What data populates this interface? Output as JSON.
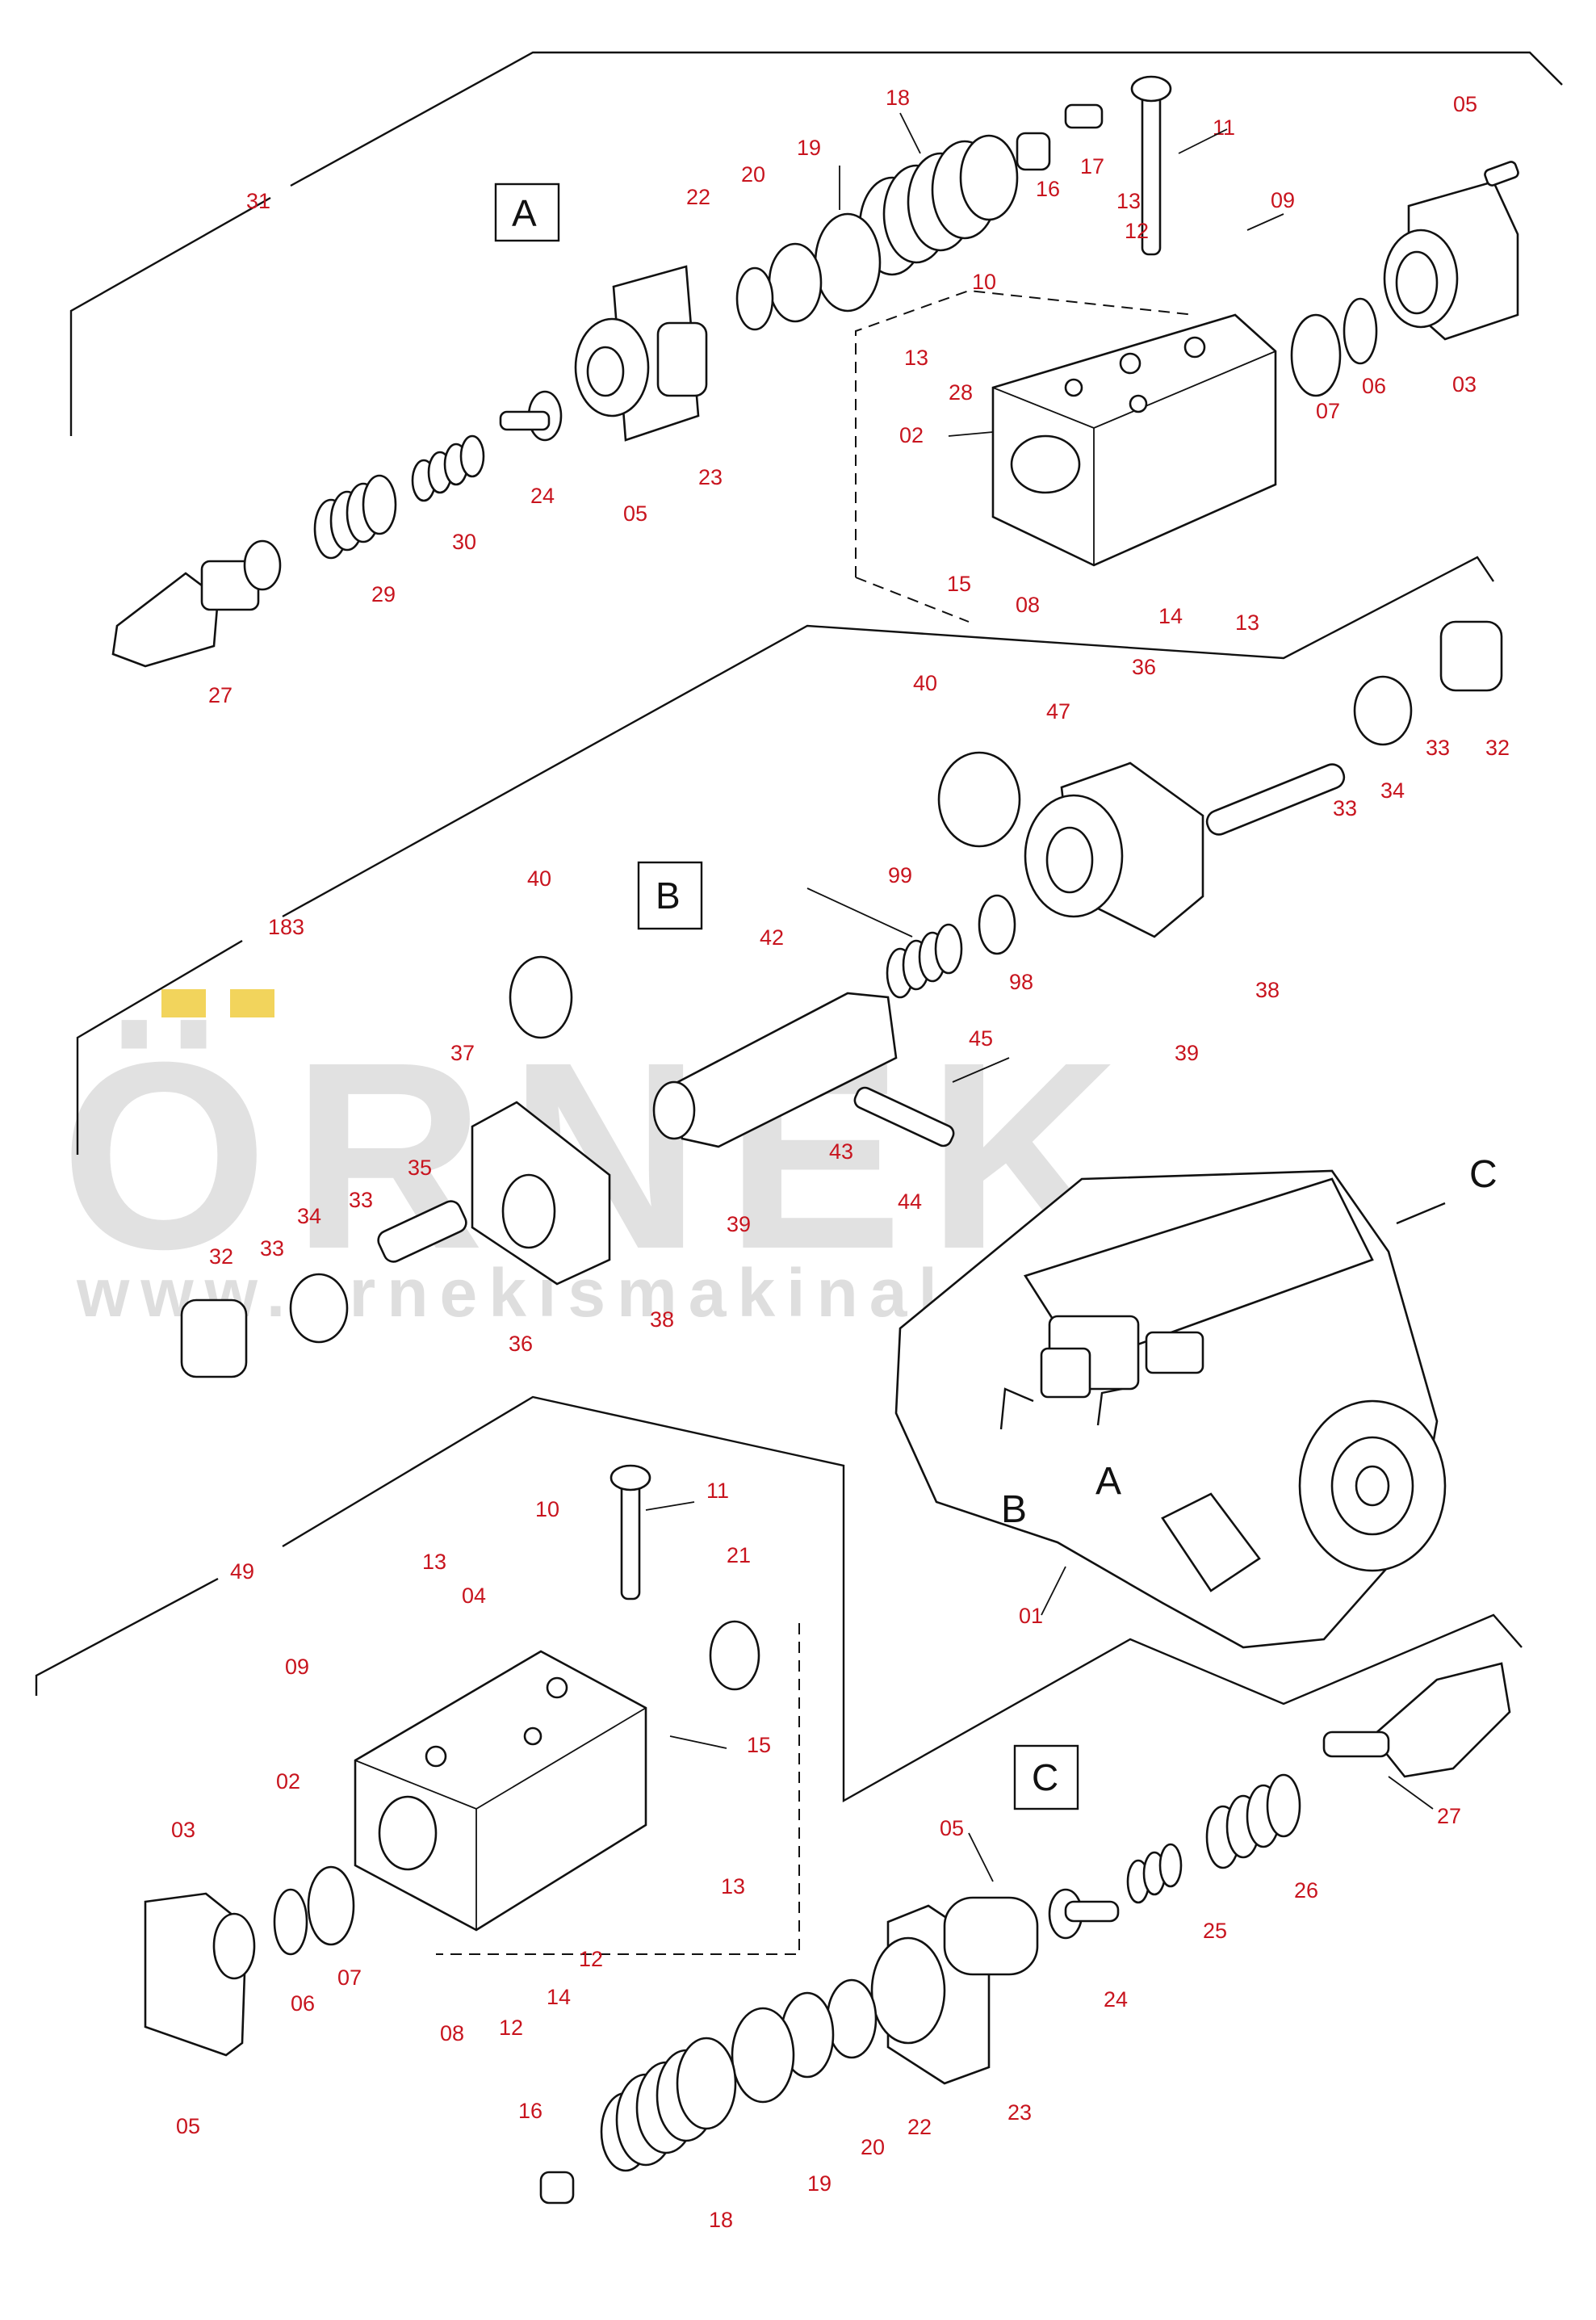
{
  "sections": {
    "a": {
      "letter": "A",
      "frame_number": "31"
    },
    "b": {
      "letter": "B",
      "frame_number": "183"
    },
    "c": {
      "letter": "C",
      "frame_number": "49"
    }
  },
  "pump": {
    "label": "01",
    "arrow_a": "A",
    "arrow_b": "B",
    "arrow_c": "C"
  },
  "watermark": {
    "brand": "ÖRNEK",
    "url": "www.ornekismakinalari.com.tr",
    "color": "#c9c9c9",
    "accent": "#f2d45c"
  },
  "label_color": "#c8141e",
  "parts_a": [
    "18",
    "16",
    "17",
    "11",
    "05",
    "19",
    "20",
    "22",
    "13",
    "12",
    "09",
    "10",
    "13",
    "28",
    "02",
    "07",
    "06",
    "03",
    "24",
    "23",
    "05",
    "30",
    "29",
    "27",
    "15",
    "08",
    "14",
    "13"
  ],
  "parts_b": [
    "40",
    "47",
    "36",
    "33",
    "34",
    "33",
    "32",
    "99",
    "98",
    "42",
    "45",
    "39",
    "38",
    "40",
    "37",
    "43",
    "44",
    "35",
    "34",
    "33",
    "39",
    "32",
    "33",
    "38",
    "36"
  ],
  "parts_c": [
    "11",
    "10",
    "21",
    "13",
    "04",
    "09",
    "15",
    "02",
    "03",
    "13",
    "07",
    "06",
    "12",
    "14",
    "08",
    "12",
    "05",
    "05",
    "27",
    "26",
    "25",
    "24",
    "23",
    "22",
    "20",
    "19",
    "16",
    "18"
  ]
}
